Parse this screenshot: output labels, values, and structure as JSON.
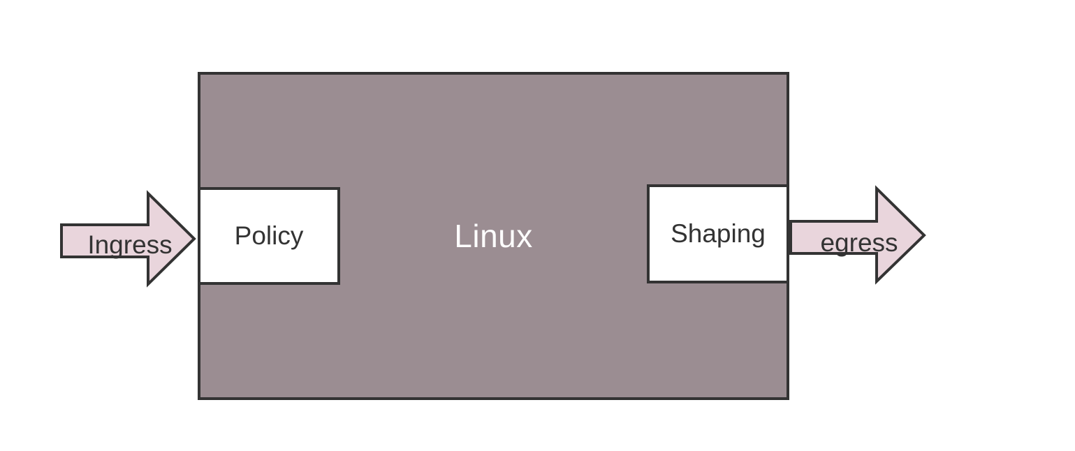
{
  "page": {
    "background": "#ffffff"
  },
  "diagram": {
    "type": "flow-diagram",
    "container": {
      "label": "Linux"
    },
    "nodes": {
      "policy": {
        "label": "Policy"
      },
      "shaping": {
        "label": "Shaping"
      }
    },
    "arrows": {
      "ingress": {
        "label": "Ingress",
        "direction": "right"
      },
      "egress": {
        "label": "egress",
        "direction": "right"
      }
    },
    "colors": {
      "container_fill": "#9b8d92",
      "container_border": "#333333",
      "node_fill": "#ffffff",
      "node_border": "#333333",
      "arrow_fill": "#e9d5dc",
      "arrow_border": "#333333",
      "container_label_color": "#fdfdfd",
      "node_label_color": "#333333"
    }
  }
}
